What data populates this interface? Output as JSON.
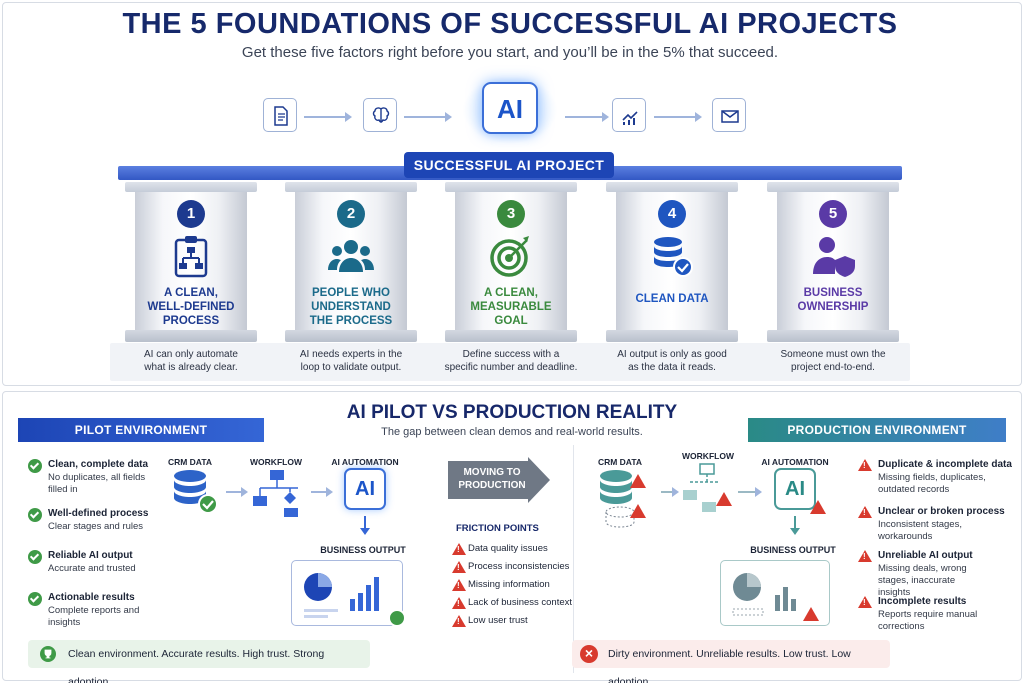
{
  "header": {
    "title": "THE 5 FOUNDATIONS OF SUCCESSFUL AI PROJECTS",
    "subtitle": "Get these five factors right before you start, and you’ll be in the 5% that succeed.",
    "ai_badge": "AI",
    "roof_label": "SUCCESSFUL AI PROJECT"
  },
  "pillars": [
    {
      "number": "1",
      "label_lines": [
        "A CLEAN,",
        "WELL-DEFINED",
        "PROCESS"
      ],
      "description": [
        "AI can only automate",
        "what is already clear."
      ],
      "color": "#1d3a8f",
      "icon": "clipboard-flowchart-icon"
    },
    {
      "number": "2",
      "label_lines": [
        "PEOPLE WHO",
        "UNDERSTAND",
        "THE PROCESS"
      ],
      "description": [
        "AI needs experts in the",
        "loop to validate output."
      ],
      "color": "#1b6a8a",
      "icon": "team-icon"
    },
    {
      "number": "3",
      "label_lines": [
        "A CLEAN,",
        "MEASURABLE",
        "GOAL"
      ],
      "description": [
        "Define success with a",
        "specific number and deadline."
      ],
      "color": "#3a8a3e",
      "icon": "target-icon"
    },
    {
      "number": "4",
      "label_lines": [
        "CLEAN DATA"
      ],
      "description": [
        "AI output is only as good",
        "as the data it reads."
      ],
      "color": "#1f56c0",
      "icon": "database-check-icon"
    },
    {
      "number": "5",
      "label_lines": [
        "BUSINESS",
        "OWNERSHIP"
      ],
      "description": [
        "Someone must own the",
        "project end-to-end."
      ],
      "color": "#5a3aa6",
      "icon": "user-shield-icon"
    }
  ],
  "comparison": {
    "title": "AI PILOT VS PRODUCTION REALITY",
    "subtitle": "The gap between clean demos and real-world results.",
    "transition_label": [
      "MOVING TO",
      "PRODUCTION"
    ],
    "pilot": {
      "heading": "PILOT ENVIRONMENT",
      "color": "#1d45b5",
      "items": [
        {
          "title": "Clean, complete data",
          "desc": "No duplicates, all fields filled in"
        },
        {
          "title": "Well-defined process",
          "desc": "Clear stages and rules"
        },
        {
          "title": "Reliable AI output",
          "desc": "Accurate and trusted"
        },
        {
          "title": "Actionable results",
          "desc": "Complete reports and insights"
        }
      ],
      "diagram": {
        "crm": "CRM DATA",
        "workflow": "WORKFLOW",
        "automation": "AI AUTOMATION",
        "output": "BUSINESS OUTPUT",
        "ai": "AI"
      },
      "footer": "Clean environment. Accurate results. High trust. Strong adoption."
    },
    "friction": {
      "heading": "FRICTION POINTS",
      "items": [
        "Data quality issues",
        "Process inconsistencies",
        "Missing information",
        "Lack of business context",
        "Low user trust"
      ]
    },
    "production": {
      "heading": "PRODUCTION ENVIRONMENT",
      "color": "#2a8a86",
      "items": [
        {
          "title": "Duplicate & incomplete data",
          "desc": "Missing fields, duplicates, outdated records"
        },
        {
          "title": "Unclear or broken process",
          "desc": "Inconsistent stages, workarounds"
        },
        {
          "title": "Unreliable AI output",
          "desc": "Missing deals, wrong stages, inaccurate insights"
        },
        {
          "title": "Incomplete results",
          "desc": "Reports require manual corrections"
        }
      ],
      "diagram": {
        "crm": "CRM DATA",
        "workflow": "WORKFLOW",
        "automation": "AI AUTOMATION",
        "output": "BUSINESS OUTPUT",
        "ai": "AI"
      },
      "footer": "Dirty environment. Unreliable results. Low trust. Low adoption."
    }
  }
}
